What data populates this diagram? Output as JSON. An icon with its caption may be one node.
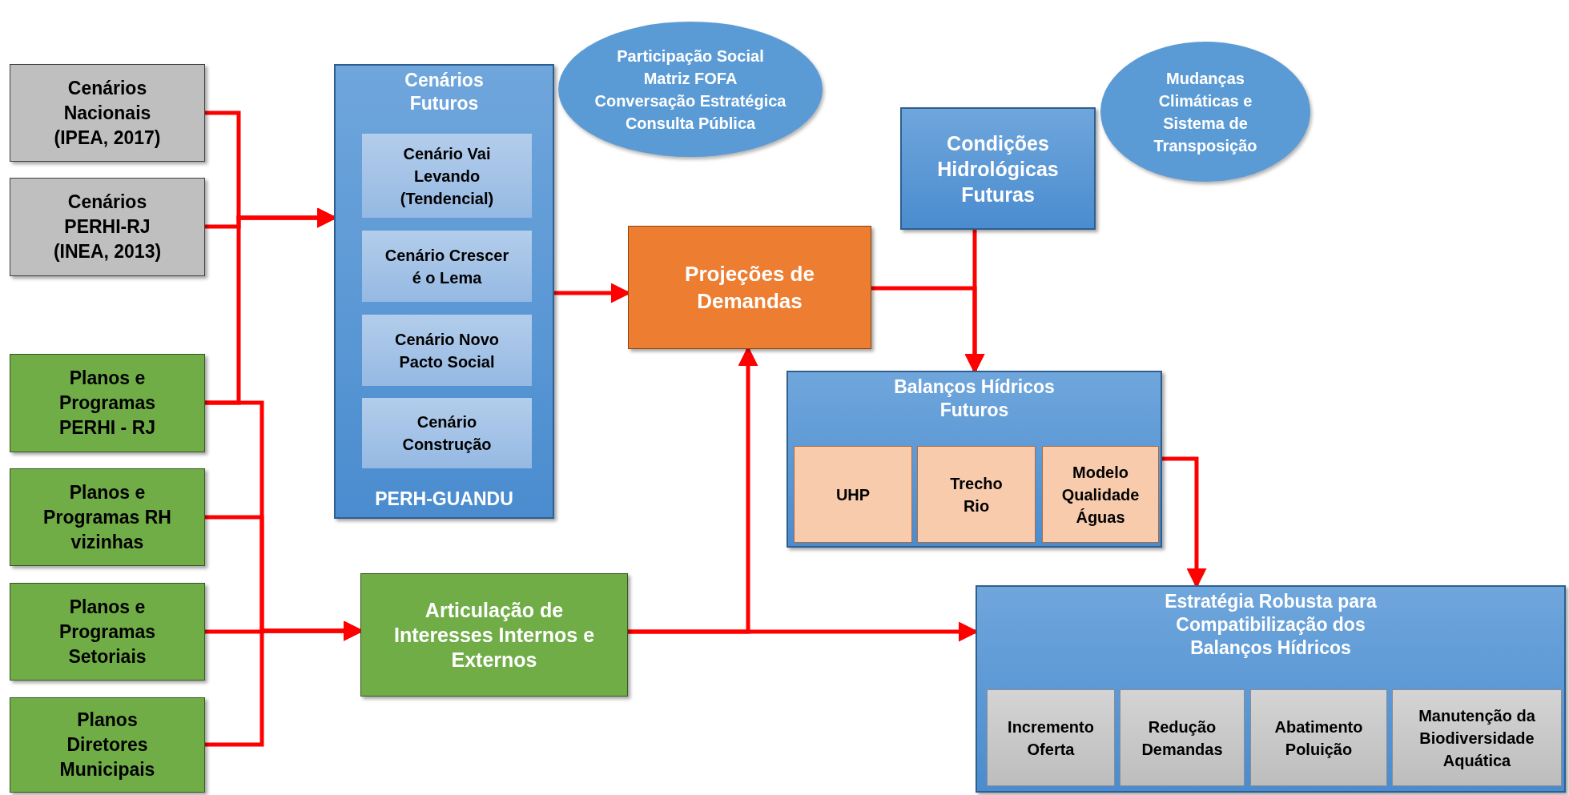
{
  "diagram": {
    "nodes": [
      {
        "text": [
          "Cenários Nacionais (IPEA, 2017)"
        ]
      },
      {
        "text": [
          "Cenários PERHI-RJ (INEA, 2013)"
        ]
      },
      {
        "text": [
          "Planos e Programas PERHI - RJ"
        ]
      },
      {
        "text": [
          "Planos e Programas RH vizinhas"
        ]
      },
      {
        "text": [
          "Planos e Programas Setoriais"
        ]
      },
      {
        "text": [
          "Planos Diretores Municipais"
        ]
      },
      {
        "text": [
          "Cenários Futuros",
          "PERH-GUANDU"
        ]
      },
      {
        "text": [
          "Cenário Vai Levando (Tendencial)"
        ],
        "in": 6
      },
      {
        "text": [
          "Cenário Crescer é o Lema"
        ],
        "in": 6
      },
      {
        "text": [
          "Cenário Novo Pacto Social"
        ],
        "in": 6
      },
      {
        "text": [
          "Cenário Construção"
        ],
        "in": 6
      },
      {
        "text": [
          "Participação Social",
          "Matriz FOFA",
          "Conversação Estratégica",
          "Consulta Pública"
        ]
      },
      {
        "text": [
          "Projeções de Demandas"
        ]
      },
      {
        "text": [
          "Condições Hidrológicas Futuras"
        ]
      },
      {
        "text": [
          "Mudanças Climáticas e Sistema de Transposição"
        ]
      },
      {
        "text": [
          "Balanços Hídricos Futuros"
        ]
      },
      {
        "text": [
          "UHP"
        ],
        "in": 15
      },
      {
        "text": [
          "Trecho Rio"
        ],
        "in": 15
      },
      {
        "text": [
          "Modelo Qualidade Águas"
        ],
        "in": 15
      },
      {
        "text": [
          "Articulação de Interesses Internos e Externos"
        ]
      },
      {
        "text": [
          "Estratégia Robusta para Compatibilização dos Balanços Hídricos"
        ]
      },
      {
        "text": [
          "Incremento Oferta"
        ],
        "in": 20
      },
      {
        "text": [
          "Redução Demandas"
        ],
        "in": 20
      },
      {
        "text": [
          "Abatimento Poluição"
        ],
        "in": 20
      },
      {
        "text": [
          "Manutenção da Biodiversidade Aquática"
        ],
        "in": 20
      }
    ],
    "edges": [
      {
        "from": 0,
        "to": 6,
        "arrow": "to"
      },
      {
        "from": 1,
        "to": 6,
        "arrow": "to"
      },
      {
        "from": 2,
        "to": 6,
        "arrow": "to"
      },
      {
        "from": 2,
        "to": 19,
        "arrow": "to"
      },
      {
        "from": 3,
        "to": 19,
        "arrow": "to"
      },
      {
        "from": 4,
        "to": 19,
        "arrow": "to"
      },
      {
        "from": 5,
        "to": 19,
        "arrow": "to"
      },
      {
        "from": 6,
        "to": 12,
        "arrow": "to"
      },
      {
        "from": 12,
        "to": 15,
        "arrow": "to"
      },
      {
        "from": 13,
        "to": 15,
        "arrow": "to"
      },
      {
        "from": 19,
        "to": 12,
        "arrow": "to"
      },
      {
        "from": 19,
        "to": 20,
        "arrow": "to"
      },
      {
        "from": 15,
        "to": 20,
        "arrow": "to"
      }
    ]
  }
}
